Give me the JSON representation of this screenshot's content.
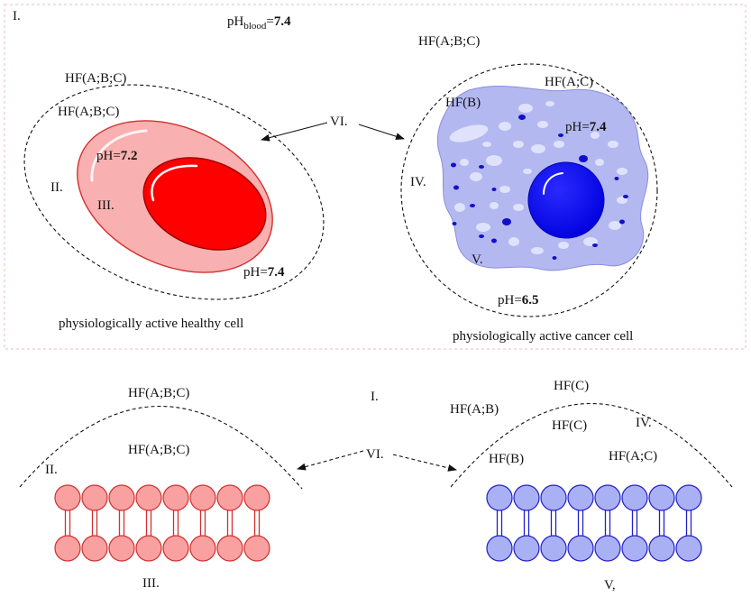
{
  "top_panel": {
    "panel_label": "I.",
    "blood_ph_prefix": "pH",
    "blood_ph_sub": "blood",
    "blood_ph_eq": "=",
    "blood_ph_value": "7.4",
    "arrow_label": "VI.",
    "healthy": {
      "outer_hf": "HF(A;B;C)",
      "inner_hf": "HF(A;B;C)",
      "membrane_label": "II.",
      "cell_label": "III.",
      "inner_ph_prefix": "pH=",
      "inner_ph_value": "7.2",
      "outer_ph_prefix": "pH=",
      "outer_ph_value": "7.4",
      "caption": "physiologically active healthy cell"
    },
    "cancer": {
      "outer_hf": "HF(A;B;C)",
      "hf_b": "HF(B)",
      "hf_ac": "HF(A;C)",
      "inner_ph_prefix": "pH=",
      "inner_ph_value": "7.4",
      "membrane_label": "IV.",
      "cell_label": "V.",
      "outer_ph_prefix": "pH=",
      "outer_ph_value": "6.5",
      "caption": "physiologically active cancer cell"
    }
  },
  "bottom_panel": {
    "center_label": "I.",
    "arrow_label": "VI.",
    "left": {
      "outer_hf": "HF(A;B;C)",
      "inner_hf": "HF(A;B;C)",
      "membrane_label": "II.",
      "bilayer_label": "III."
    },
    "right": {
      "hf_c_top": "HF(C)",
      "hf_ab": "HF(A;B)",
      "hf_c_inner": "HF(C)",
      "membrane_label": "IV.",
      "hf_b": "HF(B)",
      "hf_ac": "HF(A;C)",
      "bilayer_label": "V,"
    }
  },
  "colors": {
    "healthy_light": "#f8b0b0",
    "healthy_core": "#ff0000",
    "healthy_bilayer": "#f9a0a0",
    "cancer_body": "#b4b8f0",
    "cancer_nucleus": "#0000ee",
    "cancer_bilayer": "#aab0f4",
    "panel_border": "#f3c6c6"
  }
}
